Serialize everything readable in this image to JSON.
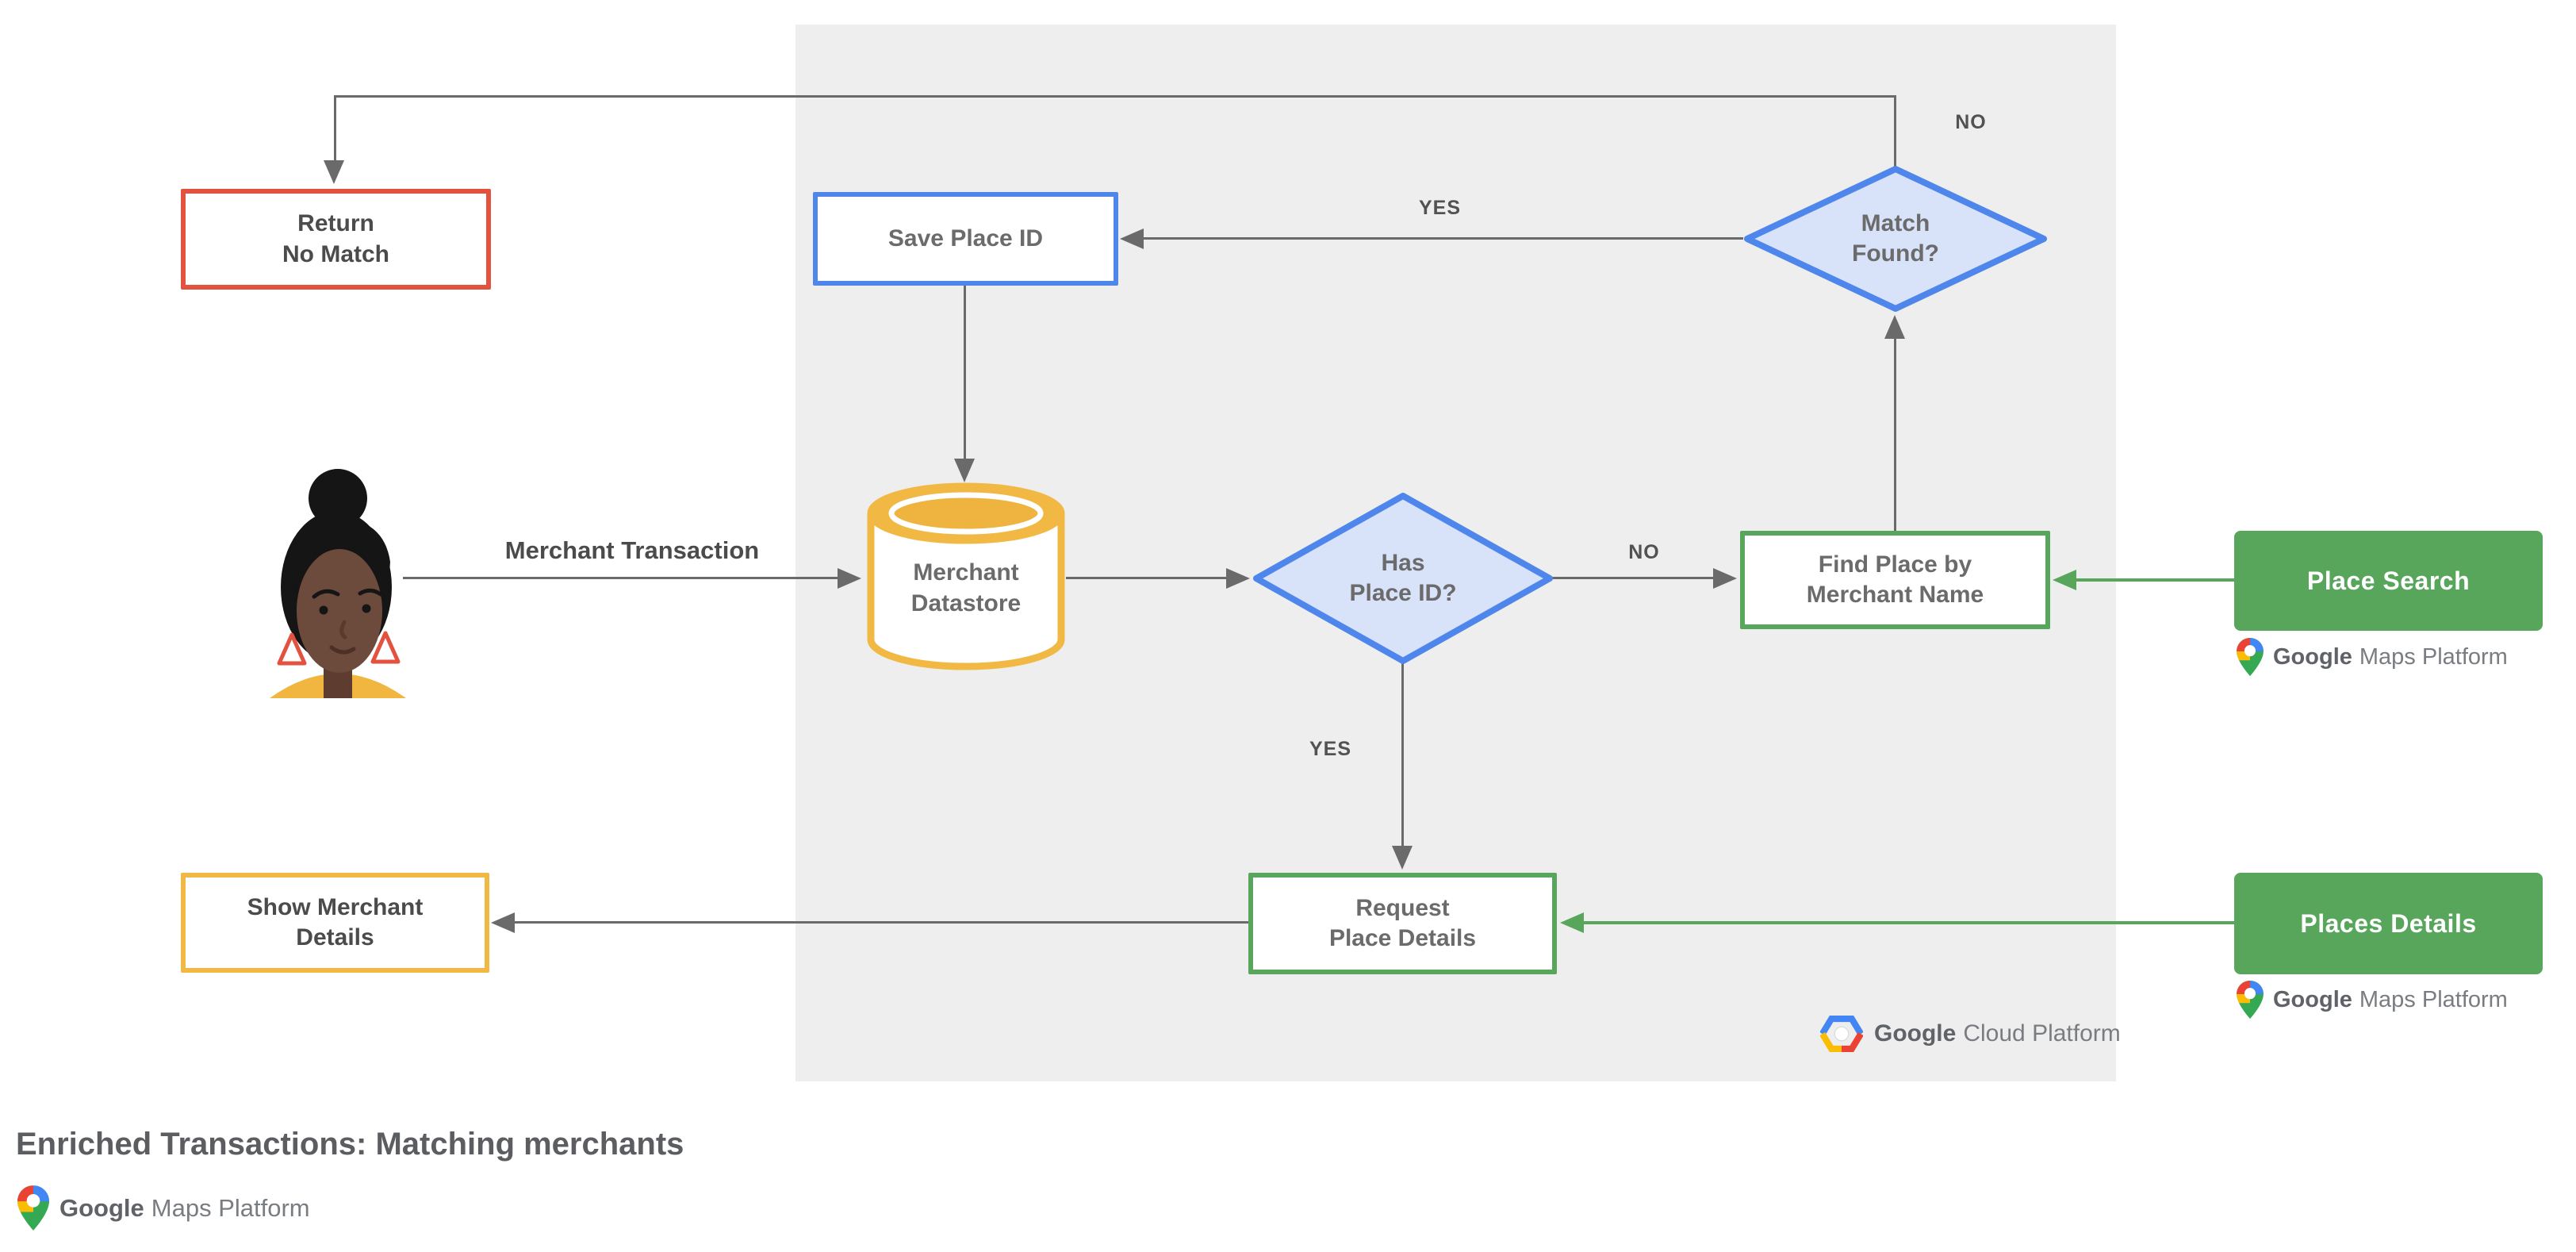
{
  "title": "Enriched Transactions: Matching merchants",
  "nodes": {
    "return_no_match": {
      "line1": "Return",
      "line2": "No Match"
    },
    "save_place_id": {
      "line1": "Save Place ID"
    },
    "match_found": {
      "line1": "Match",
      "line2": "Found?"
    },
    "merchant_datastore": {
      "line1": "Merchant",
      "line2": "Datastore"
    },
    "has_place_id": {
      "line1": "Has",
      "line2": "Place ID?"
    },
    "find_place": {
      "line1": "Find Place by",
      "line2": "Merchant Name"
    },
    "place_search": {
      "line1": "Place Search"
    },
    "request_place_details": {
      "line1": "Request",
      "line2": "Place Details"
    },
    "places_details": {
      "line1": "Places Details"
    },
    "show_merchant_details": {
      "line1": "Show Merchant",
      "line2": "Details"
    }
  },
  "edge_labels": {
    "match_found_no": "NO",
    "match_found_yes": "YES",
    "has_place_id_no": "NO",
    "has_place_id_yes": "YES",
    "merchant_transaction": "Merchant Transaction"
  },
  "logos": {
    "cloud": {
      "brand": "Google",
      "product": "Cloud Platform"
    },
    "maps": {
      "brand": "Google",
      "product": "Maps Platform"
    }
  },
  "colors": {
    "red_outline": "#E2523F",
    "blue_outline": "#4E86EC",
    "blue_fill": "#D8E2F9",
    "yellow_outline": "#F2B844",
    "green": "#58A55C",
    "arrow_gray": "#6A6A6A",
    "panel_gray": "#EEEEEE",
    "google_blue": "#4285F4",
    "google_red": "#EA4335",
    "google_yellow": "#FBBC04",
    "google_green": "#34A853"
  }
}
